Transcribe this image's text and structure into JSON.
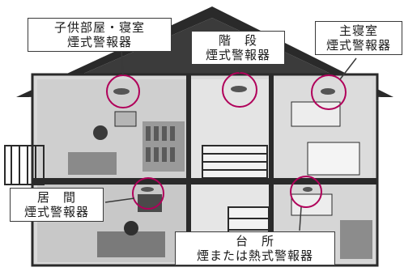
{
  "accent_color": "#b0005a",
  "labels": {
    "kids_room": {
      "line1": "子供部屋・寝室",
      "line2": "煙式警報器"
    },
    "stairs": {
      "line1": "階　段",
      "line2": "煙式警報器"
    },
    "master_bedroom": {
      "line1": "主寝室",
      "line2": "煙式警報器"
    },
    "living_room": {
      "line1": "居　間",
      "line2": "煙式警報器"
    },
    "kitchen": {
      "line1": "台　所",
      "line2": "煙または熱式警報器"
    }
  }
}
